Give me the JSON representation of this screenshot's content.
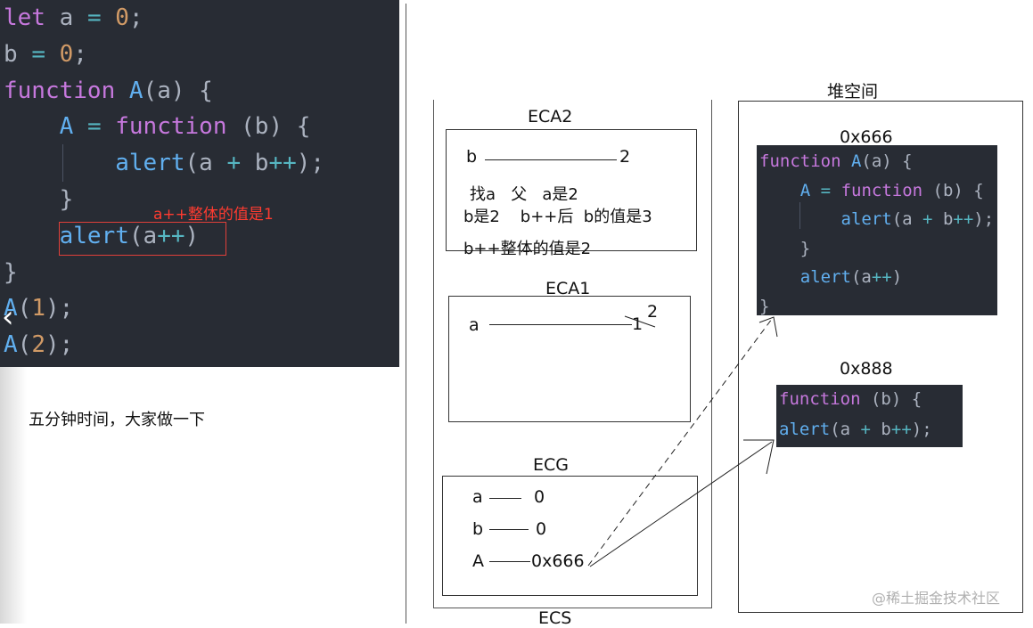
{
  "code": {
    "lines": [
      [
        {
          "t": "let",
          "c": "kw"
        },
        {
          "t": " a ",
          "c": "pl"
        },
        {
          "t": "=",
          "c": "op"
        },
        {
          "t": " ",
          "c": "pl"
        },
        {
          "t": "0",
          "c": "num"
        },
        {
          "t": ";",
          "c": "pl"
        }
      ],
      [
        {
          "t": "b ",
          "c": "pl"
        },
        {
          "t": "=",
          "c": "op"
        },
        {
          "t": " ",
          "c": "pl"
        },
        {
          "t": "0",
          "c": "num"
        },
        {
          "t": ";",
          "c": "pl"
        }
      ],
      [
        {
          "t": "function",
          "c": "kw"
        },
        {
          "t": " ",
          "c": "pl"
        },
        {
          "t": "A",
          "c": "fn"
        },
        {
          "t": "(a) {",
          "c": "pl"
        }
      ],
      [
        {
          "t": "    ",
          "c": "pl"
        },
        {
          "t": "A",
          "c": "fn"
        },
        {
          "t": " ",
          "c": "pl"
        },
        {
          "t": "=",
          "c": "op"
        },
        {
          "t": " ",
          "c": "pl"
        },
        {
          "t": "function",
          "c": "kw"
        },
        {
          "t": " (b) {",
          "c": "pl"
        }
      ],
      [
        {
          "t": "        ",
          "c": "pl"
        },
        {
          "t": "alert",
          "c": "fn"
        },
        {
          "t": "(a ",
          "c": "pl"
        },
        {
          "t": "+",
          "c": "op"
        },
        {
          "t": " b",
          "c": "pl"
        },
        {
          "t": "++",
          "c": "op"
        },
        {
          "t": ");",
          "c": "pl"
        }
      ],
      [
        {
          "t": "    }",
          "c": "pl"
        }
      ],
      [
        {
          "t": "    ",
          "c": "pl"
        },
        {
          "t": "alert",
          "c": "fn"
        },
        {
          "t": "(a",
          "c": "pl"
        },
        {
          "t": "++",
          "c": "op"
        },
        {
          "t": ")",
          "c": "pl"
        }
      ],
      [
        {
          "t": "}",
          "c": "pl"
        }
      ],
      [
        {
          "t": "A",
          "c": "fn"
        },
        {
          "t": "(",
          "c": "pl"
        },
        {
          "t": "1",
          "c": "num"
        },
        {
          "t": ");",
          "c": "pl"
        }
      ],
      [
        {
          "t": "A",
          "c": "fn"
        },
        {
          "t": "(",
          "c": "pl"
        },
        {
          "t": "2",
          "c": "num"
        },
        {
          "t": ");",
          "c": "pl"
        }
      ]
    ],
    "annotation": "a++整体的值是1"
  },
  "caption": "五分钟时间，大家做一下",
  "ecs": {
    "title": "ECS",
    "eca2": {
      "title": "ECA2",
      "var": "b",
      "value": "2",
      "note1": "找a   父   a是2",
      "note2": "b是2    b++后  b的值是3",
      "note3": "b++整体的值是2"
    },
    "eca1": {
      "title": "ECA1",
      "var": "a",
      "old_value": "1",
      "new_value": "2"
    },
    "ecg": {
      "title": "ECG",
      "rows": [
        {
          "name": "a",
          "value": "0"
        },
        {
          "name": "b",
          "value": "0"
        },
        {
          "name": "A",
          "value": "0x666"
        }
      ]
    }
  },
  "heap": {
    "title": "堆空间",
    "obj1": {
      "address": "0x666",
      "lines": [
        [
          {
            "t": "function",
            "c": "kw"
          },
          {
            "t": " ",
            "c": "pl"
          },
          {
            "t": "A",
            "c": "fn"
          },
          {
            "t": "(a) {",
            "c": "pl"
          }
        ],
        [
          {
            "t": "    ",
            "c": "pl"
          },
          {
            "t": "A",
            "c": "fn"
          },
          {
            "t": " ",
            "c": "pl"
          },
          {
            "t": "=",
            "c": "op"
          },
          {
            "t": " ",
            "c": "pl"
          },
          {
            "t": "function",
            "c": "kw"
          },
          {
            "t": " (b) {",
            "c": "pl"
          }
        ],
        [
          {
            "t": "        ",
            "c": "pl"
          },
          {
            "t": "alert",
            "c": "fn"
          },
          {
            "t": "(a ",
            "c": "pl"
          },
          {
            "t": "+",
            "c": "op"
          },
          {
            "t": " b",
            "c": "pl"
          },
          {
            "t": "++",
            "c": "op"
          },
          {
            "t": ");",
            "c": "pl"
          }
        ],
        [
          {
            "t": "    }",
            "c": "pl"
          }
        ],
        [
          {
            "t": "    ",
            "c": "pl"
          },
          {
            "t": "alert",
            "c": "fn"
          },
          {
            "t": "(a",
            "c": "pl"
          },
          {
            "t": "++",
            "c": "op"
          },
          {
            "t": ")",
            "c": "pl"
          }
        ],
        [
          {
            "t": "}",
            "c": "pl"
          }
        ]
      ]
    },
    "obj2": {
      "address": "0x888",
      "lines": [
        [
          {
            "t": "function",
            "c": "kw"
          },
          {
            "t": " (b) {",
            "c": "pl"
          }
        ],
        [
          {
            "t": "alert",
            "c": "fn"
          },
          {
            "t": "(a ",
            "c": "pl"
          },
          {
            "t": "+",
            "c": "op"
          },
          {
            "t": " b",
            "c": "pl"
          },
          {
            "t": "++",
            "c": "op"
          },
          {
            "t": ");",
            "c": "pl"
          }
        ]
      ]
    }
  },
  "watermark": "@稀土掘金技术社区",
  "colors": {
    "keyword": "#c678dd",
    "function": "#61afef",
    "number": "#d19a66",
    "operator": "#56b6c2",
    "plain": "#abb2bf",
    "annotation": "#ff3b30"
  }
}
